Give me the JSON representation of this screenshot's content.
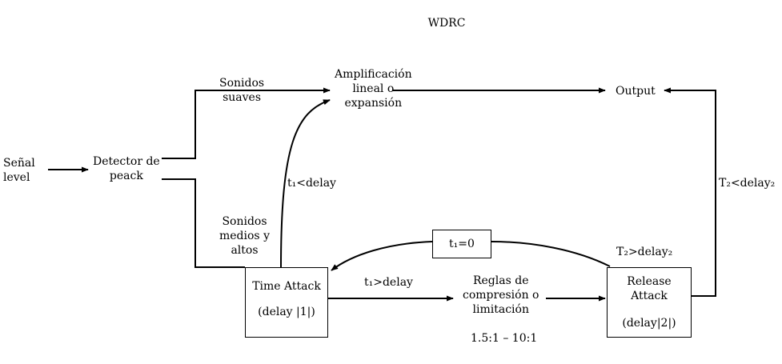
{
  "title": "WDRC",
  "nodes": {
    "input": "Señal\nlevel",
    "detector": "Detector de\npeack",
    "amplification": "Amplificación\nlineal o\nexpansión",
    "output": "Output",
    "soft_sounds": "Sonidos\nsuaves",
    "mid_high_sounds": "Sonidos\nmedios y\naltos",
    "time_attack": {
      "label": "Time Attack",
      "delay": "(delay |1|)"
    },
    "compression_rules": "Reglas de\ncompresión o\nlimitación",
    "ratio_range": "1.5:1 – 10:1",
    "release_attack": {
      "label": "Release\nAttack",
      "delay": "(delay|2|)"
    },
    "reset": "t₁=0"
  },
  "edge_labels": {
    "t1_less": "t₁<delay",
    "t1_greater": "t₁>delay",
    "t2_greater": "T₂>delay₂",
    "t2_less": "T₂<delay₂"
  }
}
